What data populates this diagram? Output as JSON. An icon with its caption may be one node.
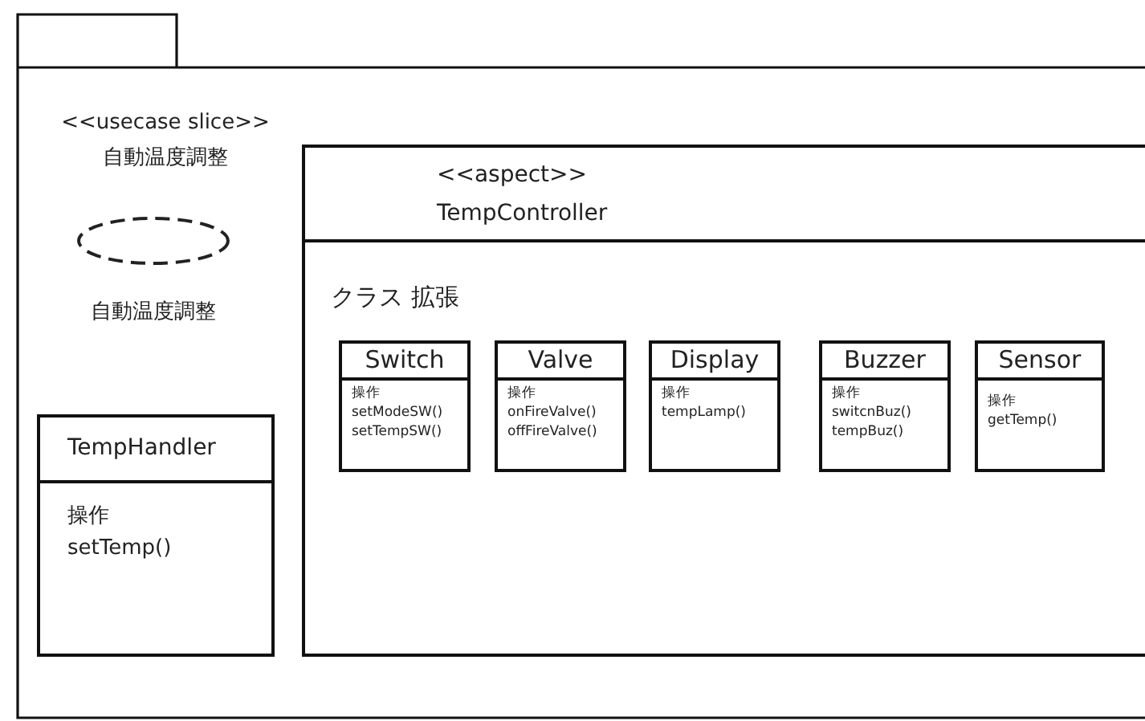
{
  "diagram": {
    "nodes": [
      {
        "text": [
          "<<usecase slice>> 自動温度調整"
        ]
      },
      {
        "text": [],
        "shape": "ellipse",
        "beside": [
          "自動温度調整"
        ],
        "in": 0
      },
      {
        "text": [
          "TempHandler",
          "操作 setTemp()"
        ],
        "in": 0
      },
      {
        "text": [
          "<<aspect>> TempController",
          "クラス 拡張"
        ],
        "in": 0
      },
      {
        "text": [
          "Switch",
          "操作 setModeSW() setTempSW()"
        ],
        "in": 3
      },
      {
        "text": [
          "Valve",
          "操作 onFireValve() offFireValve()"
        ],
        "in": 3
      },
      {
        "text": [
          "Display",
          "操作 tempLamp()"
        ],
        "in": 3
      },
      {
        "text": [
          "Buzzer",
          "操作 switcnBuz() tempBuz()"
        ],
        "in": 3
      },
      {
        "text": [
          "Sensor",
          "操作 getTemp()"
        ],
        "in": 3
      }
    ],
    "edges": []
  }
}
